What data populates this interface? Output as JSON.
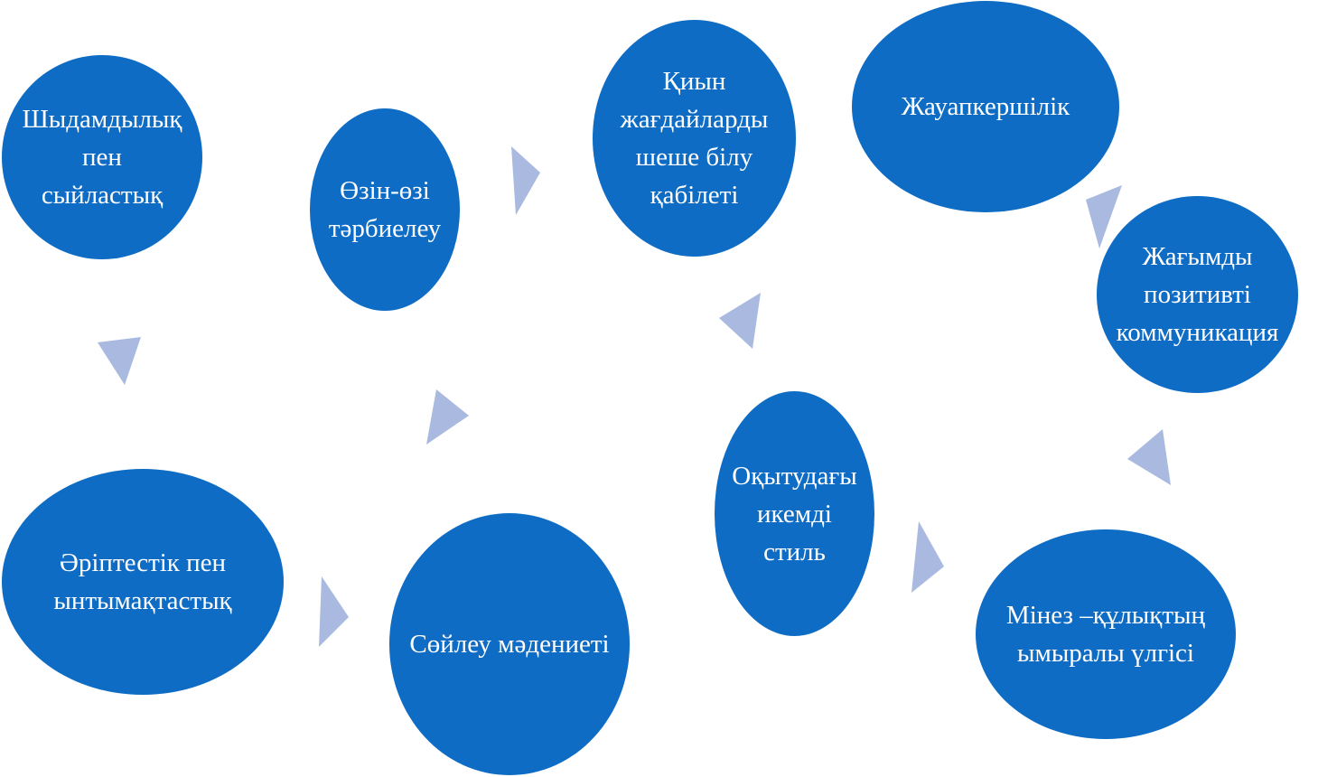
{
  "diagram": {
    "nodes": [
      {
        "id": "shydamdylyk",
        "label": "Шыдамдылық пен\nсыйластық"
      },
      {
        "id": "ozin-ozi",
        "label": "Өзін-өзі\nтәрбиелеу"
      },
      {
        "id": "kiyn-zhagdai",
        "label": "Қиын жағдайларды\nшеше білу қабілеті"
      },
      {
        "id": "zhauapkershilik",
        "label": "Жауапкершілік"
      },
      {
        "id": "zhagymdy",
        "label": "Жағымды позитивті\nкоммуникация"
      },
      {
        "id": "oqytudagy",
        "label": "Оқытудағы\nикемді стиль"
      },
      {
        "id": "minez",
        "label": "Мінез –құлықтың\nымыралы үлгісі"
      },
      {
        "id": "soileu",
        "label": "Сөйлеу мәдениеті"
      },
      {
        "id": "ariptestik",
        "label": "Әріптестік пен\nынтымақтастық"
      }
    ],
    "colors": {
      "node_fill": "#0f6cc4",
      "node_text": "#ffffff",
      "arrow_fill": "#a9b9e0"
    }
  }
}
